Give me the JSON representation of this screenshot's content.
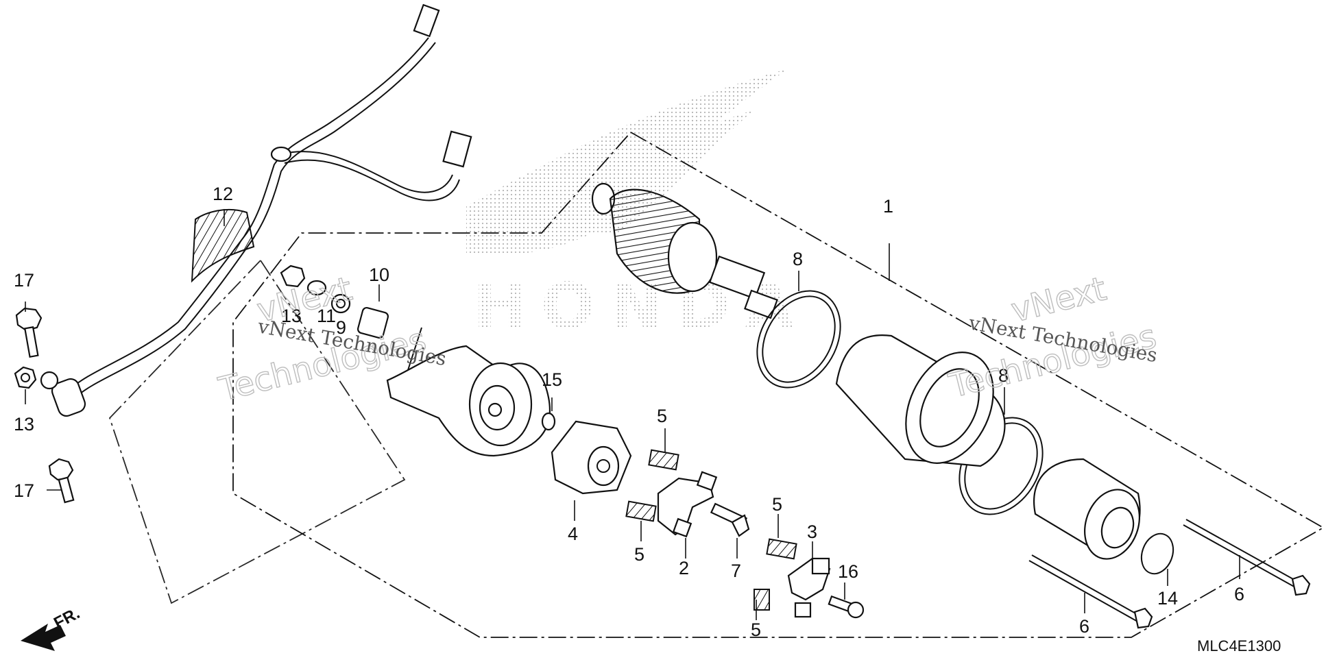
{
  "diagram": {
    "callouts": [
      "1",
      "2",
      "3",
      "4",
      "5",
      "6",
      "7",
      "8",
      "9",
      "10",
      "11",
      "12",
      "13",
      "14",
      "15",
      "16",
      "17"
    ],
    "front_indicator": "FR.",
    "figure_code": "MLC4E1300",
    "watermark": {
      "line1": "vNext",
      "line2": "Technologies",
      "combined": "vNext Technologies"
    },
    "brand_mark": "HONDA"
  }
}
